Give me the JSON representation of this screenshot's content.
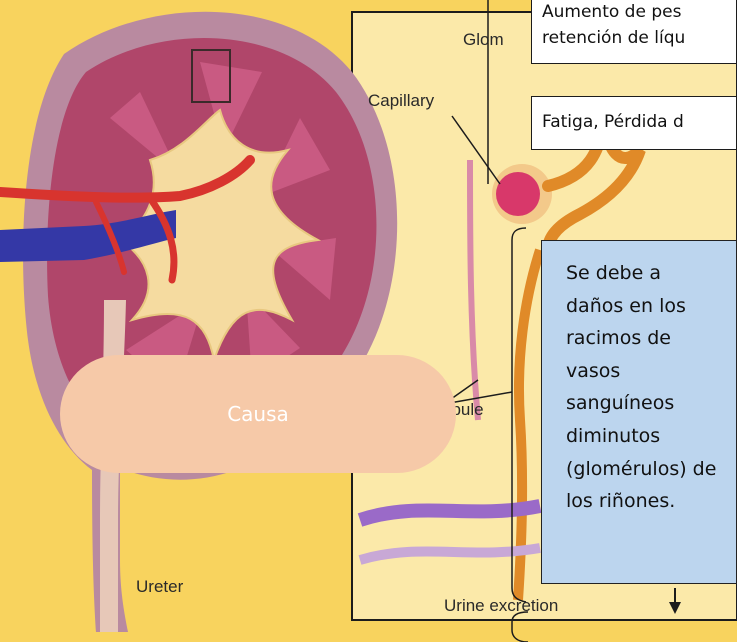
{
  "labels": {
    "glom": "Glom",
    "capillary": "Capillary",
    "tubule": "ubule",
    "ureter": "Ureter",
    "urine_excretion": "Urine excretion"
  },
  "callouts": {
    "top": [
      "Aumento de pes",
      "retención de líqu"
    ],
    "fatigue": "Fatiga, Pérdida d"
  },
  "note": {
    "lines": [
      "Se debe a",
      "daños en los",
      "racimos de",
      "vasos",
      "sanguíneos",
      "diminutos",
      "(glomérulos) de",
      "los riñones."
    ]
  },
  "cause": {
    "label": "Causa"
  },
  "colors": {
    "background": "#f8d35e",
    "kidney_cortex": "#b0466a",
    "kidney_pelvis": "#f5dba0",
    "artery": "#d8342e",
    "vein": "#3438a6",
    "note_fill": "#bcd5ee",
    "cause_fill": "#f6c9a8"
  }
}
